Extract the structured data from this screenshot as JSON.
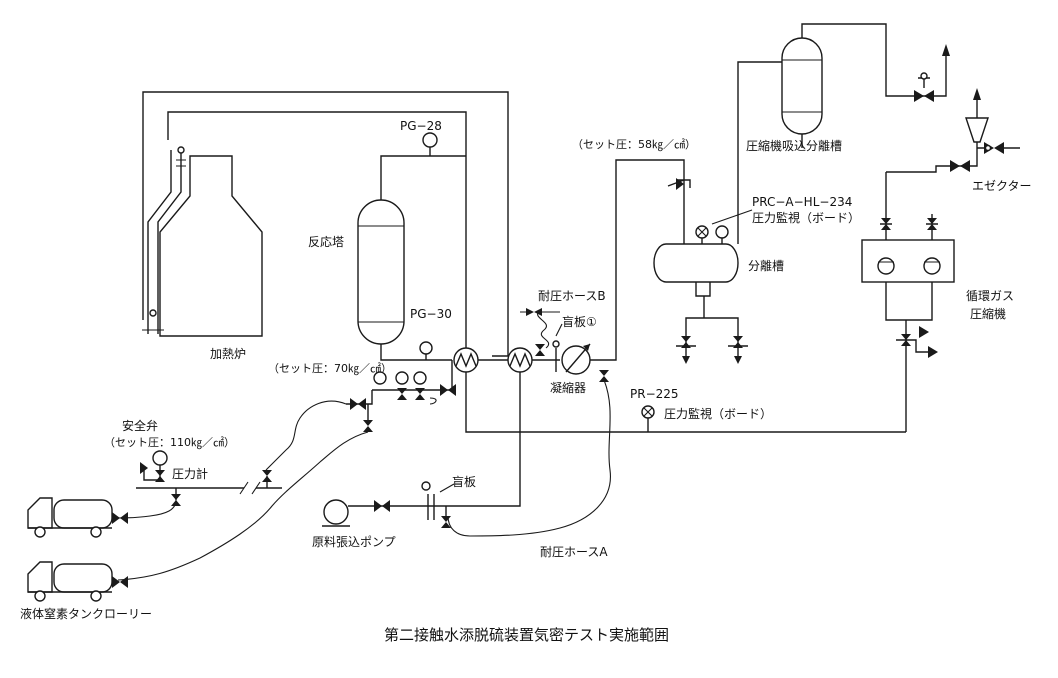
{
  "title": "第二接触水添脱硫装置気密テスト実施範囲",
  "equipment": {
    "furnace": "加熱炉",
    "reactor": "反応塔",
    "reactor_gauge_top": "PG−28",
    "reactor_gauge_bottom": "PG−30",
    "reactor_setpoint": "（セット圧：70㎏／㎠）",
    "safety_valve": "安全弁",
    "safety_setpoint": "（セット圧：110㎏／㎠）",
    "pressure_gauge": "圧力計",
    "pump": "原料張込ポンプ",
    "blind_plate": "盲板",
    "blind_plate_1": "盲板①",
    "hose_a": "耐圧ホースA",
    "hose_b": "耐圧ホースB",
    "condenser": "凝縮器",
    "separator_setpoint": "（セット圧：58㎏／㎠）",
    "separator": "分離槽",
    "prc_tag": "PRC−A−HL−234",
    "prc_monitor": "圧力監視（ボード）",
    "pr_tag": "PR−225",
    "pr_monitor": "圧力監視（ボード）",
    "suction_drum": "圧縮機吸込分離槽",
    "compressor_line1": "循環ガス",
    "compressor_line2": "圧縮機",
    "ejector": "エゼクター",
    "tank_lorry": "液体窒素タンクローリー"
  }
}
